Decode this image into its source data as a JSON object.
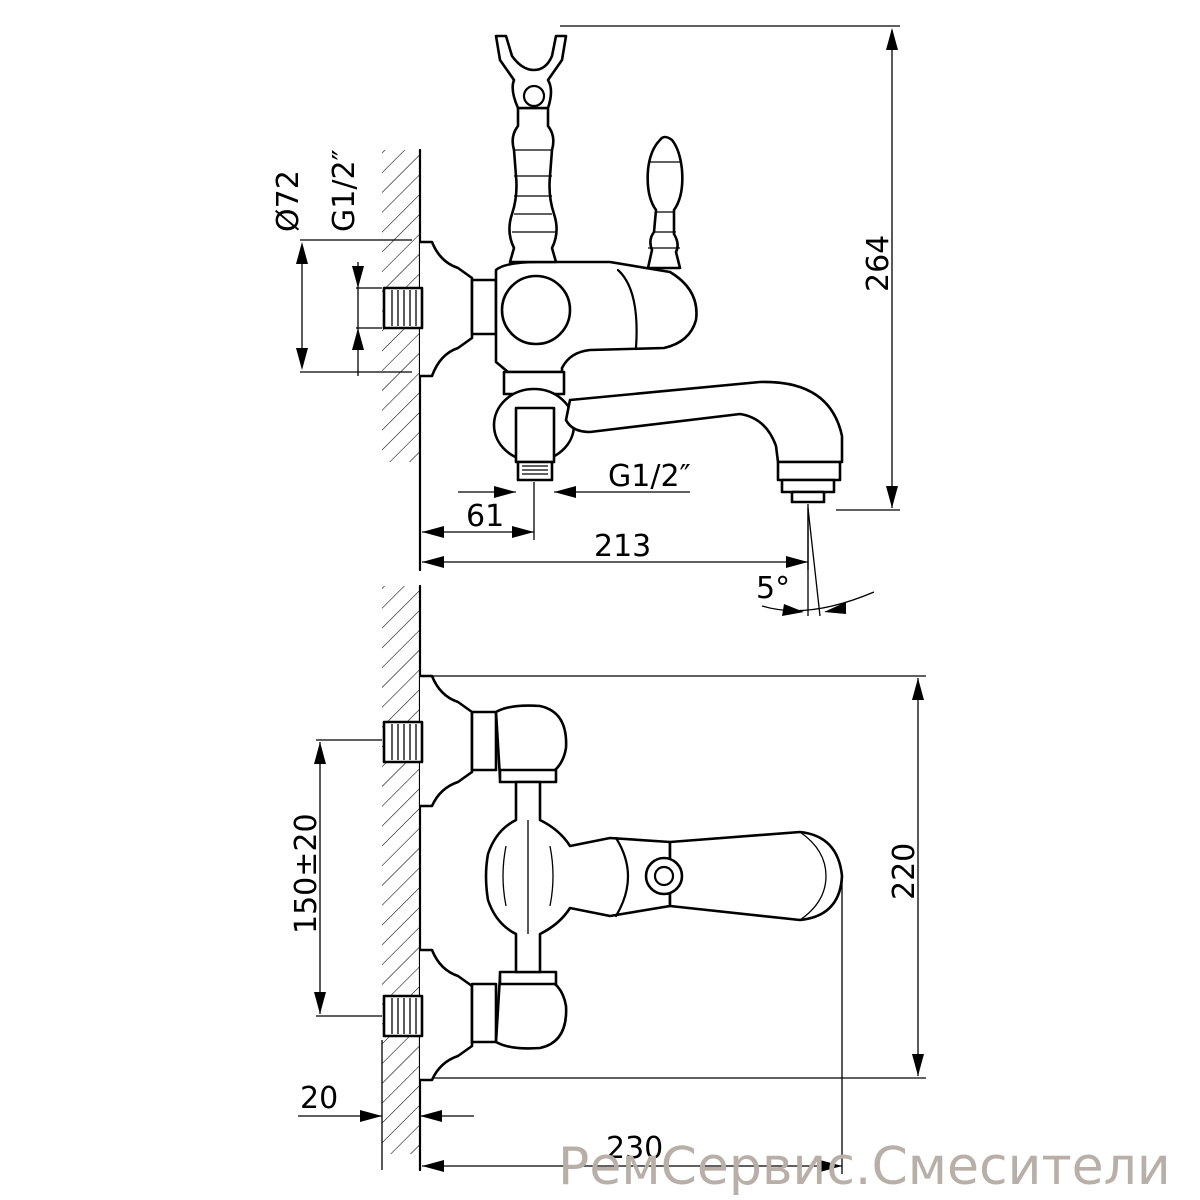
{
  "dimensions": {
    "top": {
      "diameter": "Ø72",
      "thread_inlet": "G1/2″",
      "thread_outlet": "G1/2″",
      "offset_outlet": "61",
      "reach": "213",
      "height": "264",
      "angle": "5°"
    },
    "bottom": {
      "centers": "150±20",
      "height": "220",
      "wall": "20",
      "width": "230"
    }
  },
  "watermark": "РемСервис.Смесители"
}
